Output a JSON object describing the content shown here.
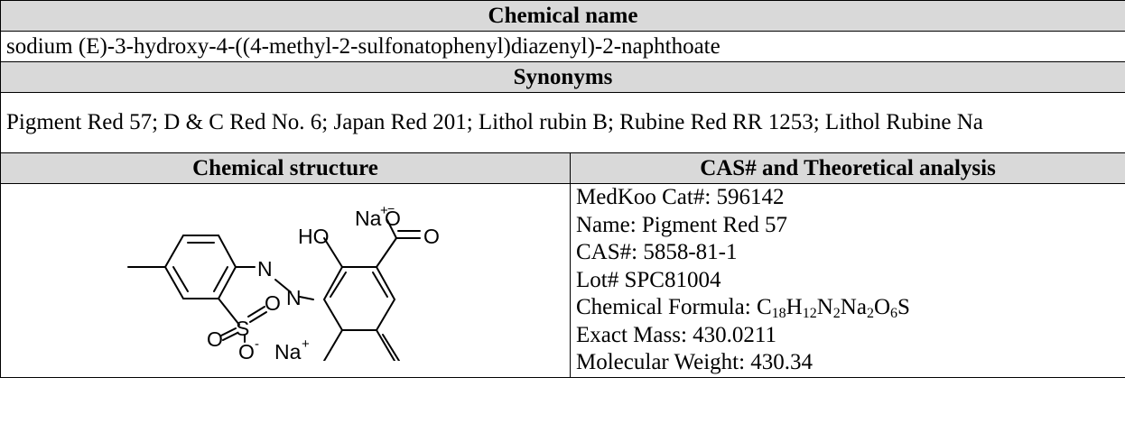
{
  "headers": {
    "chemical_name": "Chemical name",
    "synonyms": "Synonyms",
    "chemical_structure": "Chemical structure",
    "cas_analysis": "CAS# and Theoretical analysis"
  },
  "chemical_name": "sodium (E)-3-hydroxy-4-((4-methyl-2-sulfonatophenyl)diazenyl)-2-naphthoate",
  "synonyms": "Pigment Red 57; D & C Red No. 6; Japan Red 201; Lithol rubin B; Rubine Red RR 1253; Lithol Rubine Na",
  "structure_atoms": {
    "na_top": "Na",
    "plus_top": "+",
    "o_carboxylate": "O",
    "minus_top": "−",
    "o_carbonyl": "O",
    "ho": "HO",
    "n1": "N",
    "n2": "N",
    "s": "S",
    "o_sulfo_right": "O",
    "o_sulfo_left": "O",
    "o_sulfo_bottom": "O",
    "minus_bottom": "-",
    "na_bottom": "Na",
    "plus_bottom": "+"
  },
  "analysis": {
    "cat": "MedKoo Cat#: 596142",
    "name": "Name: Pigment Red 57",
    "cas": "CAS#: 5858-81-1",
    "lot": "Lot# SPC81004",
    "formula_label": "Chemical Formula: ",
    "formula_parts": [
      "C",
      "18",
      "H",
      "12",
      "N",
      "2",
      "Na",
      "2",
      "O",
      "6",
      "S"
    ],
    "exact_mass": "Exact Mass: 430.0211",
    "mw": "Molecular Weight: 430.34"
  }
}
